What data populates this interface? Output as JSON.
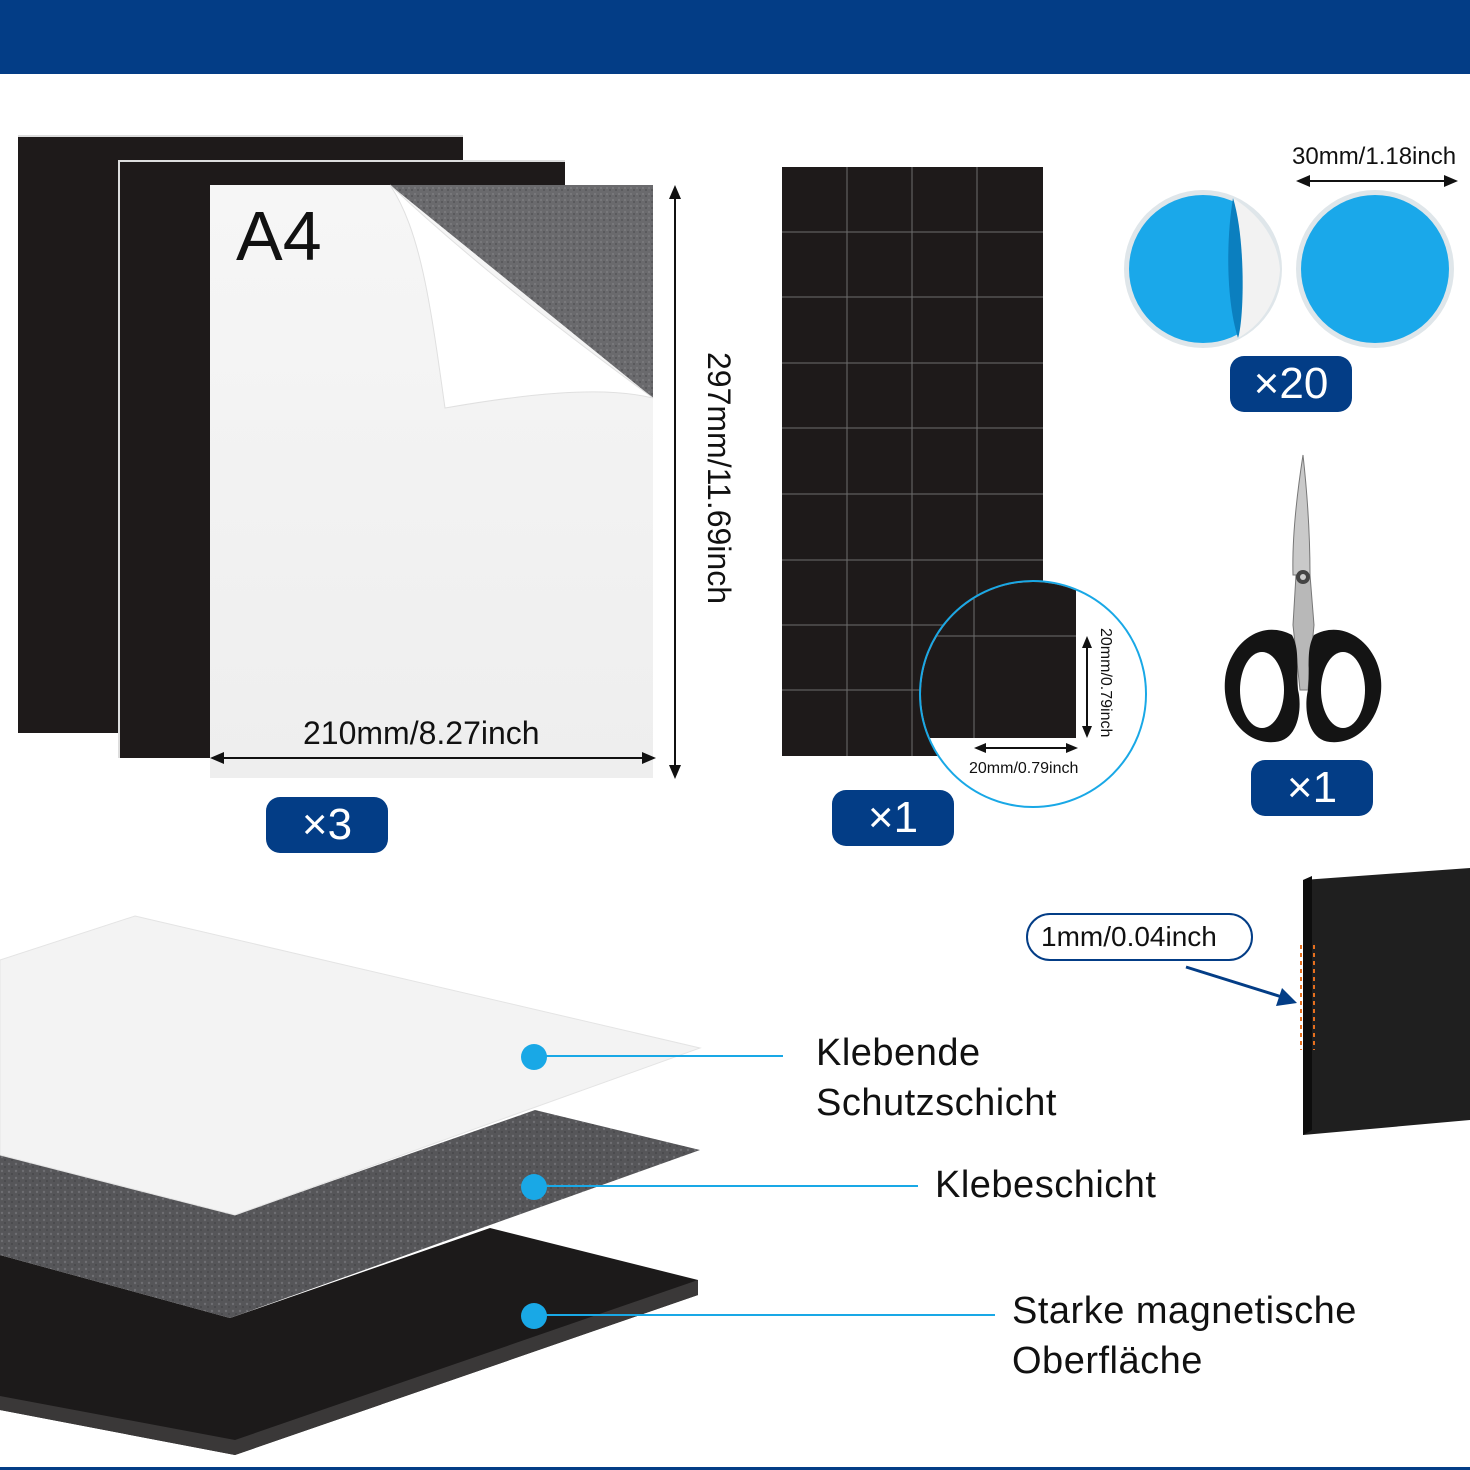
{
  "product": {
    "sheet": {
      "format_label": "A4",
      "width_label": "210mm/8.27inch",
      "height_label": "297mm/11.69inch",
      "quantity_label": "×3"
    },
    "precut_sheet": {
      "square_width_label": "20mm/0.79inch",
      "square_height_label": "20mm/0.79inch",
      "quantity_label": "×1"
    },
    "dots": {
      "diameter_label": "30mm/1.18inch",
      "quantity_label": "×20"
    },
    "scissors": {
      "quantity_label": "×1"
    },
    "thickness": {
      "label": "1mm/0.04inch"
    }
  },
  "layers": [
    {
      "line1": "Klebende",
      "line2": "Schutzschicht"
    },
    {
      "line1": "Klebeschicht",
      "line2": ""
    },
    {
      "line1": "Starke magnetische",
      "line2": "Oberfläche"
    }
  ],
  "colors": {
    "brand_blue": "#033d86",
    "accent_cyan": "#19a8e6",
    "magnet_black": "#1e1a1a",
    "felt_gray": "#5a5a5d"
  },
  "icons": [
    "scissors-icon",
    "adhesive-dot-icon"
  ]
}
